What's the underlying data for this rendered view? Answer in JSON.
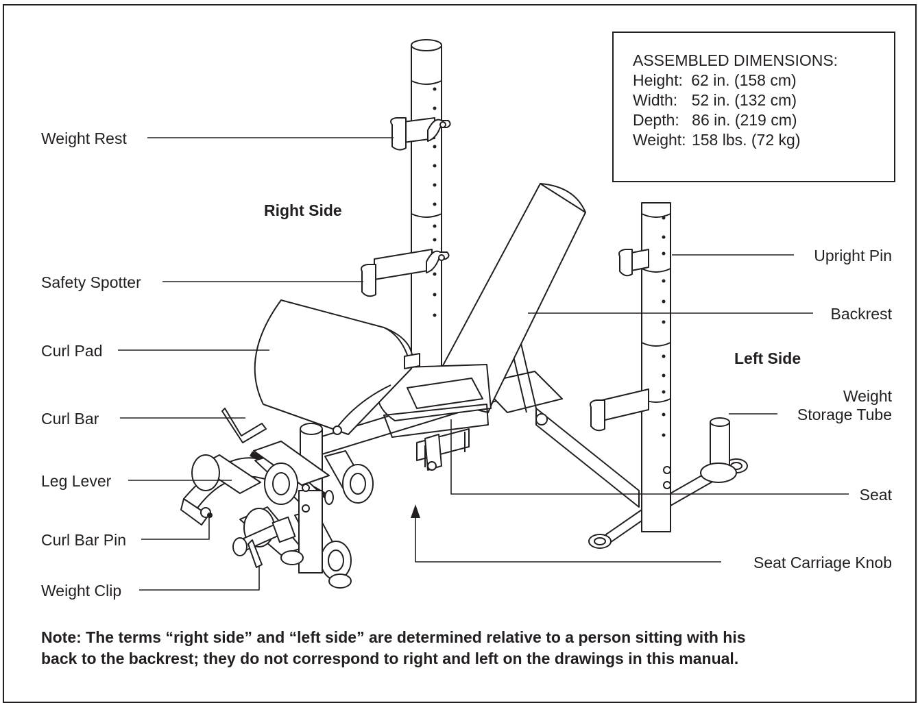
{
  "labels": {
    "weight_rest": "Weight Rest",
    "safety_spotter": "Safety Spotter",
    "curl_pad": "Curl Pad",
    "curl_bar": "Curl Bar",
    "leg_lever": "Leg Lever",
    "curl_bar_pin": "Curl Bar Pin",
    "weight_clip": "Weight Clip",
    "upright_pin": "Upright Pin",
    "backrest": "Backrest",
    "weight_storage_tube_1": "Weight",
    "weight_storage_tube_2": "Storage Tube",
    "seat": "Seat",
    "seat_carriage_knob": "Seat Carriage Knob"
  },
  "sides": {
    "right": "Right Side",
    "left": "Left Side"
  },
  "dimensions": {
    "title": "ASSEMBLED DIMENSIONS:",
    "rows": [
      {
        "name": "Height:",
        "value": "62 in. (158 cm)"
      },
      {
        "name": "Width:",
        "value": "52 in. (132 cm)"
      },
      {
        "name": "Depth:",
        "value": "86 in. (219 cm)"
      },
      {
        "name": "Weight:",
        "value": "158 lbs. (72 kg)"
      }
    ]
  },
  "note": {
    "line1": "Note: The terms “right side” and “left side” are determined relative to a person sitting with his",
    "line2": "back to the backrest; they do not correspond to right and left on the drawings in this manual."
  }
}
